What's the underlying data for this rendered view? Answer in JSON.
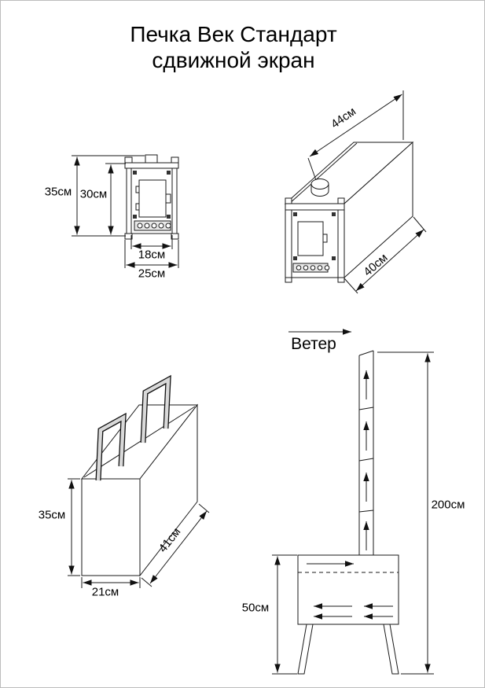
{
  "title": {
    "line1": "Печка Век Стандарт",
    "line2": "сдвижной экран"
  },
  "front_view": {
    "overall_height": "35см",
    "body_height": "30см",
    "inner_width": "18см",
    "overall_width": "25см"
  },
  "iso_view": {
    "top_length": "44см",
    "bottom_length": "40см"
  },
  "cover_view": {
    "height": "35см",
    "width": "21см",
    "length": "41см"
  },
  "side_view": {
    "wind_label": "Ветер",
    "total_height": "200см",
    "firebox_height": "50см"
  }
}
